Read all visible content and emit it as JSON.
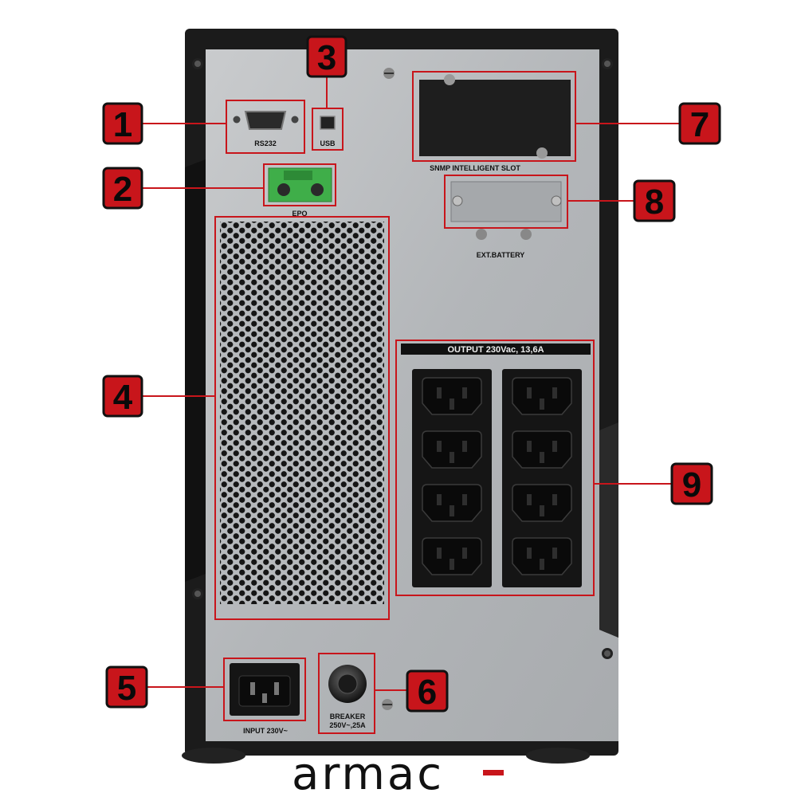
{
  "ports": {
    "rs232": "RS232",
    "usb": "USB",
    "epo": "EPO",
    "snmp": "SNMP INTELLIGENT SLOT",
    "ext_battery": "EXT.BATTERY",
    "output": "OUTPUT 230Vac, 13,6A",
    "input": "INPUT  230V~",
    "breaker_line1": "BREAKER",
    "breaker_line2": "250V~,25A"
  },
  "callouts": [
    "1",
    "2",
    "3",
    "4",
    "5",
    "6",
    "7",
    "8",
    "9"
  ],
  "brand": "armac",
  "colors": {
    "callout_bg": "#c8151b",
    "callout_border": "#111111",
    "highlight_line": "#c8151b",
    "panel": "#b9bcbf",
    "casing": "#1b1b1b",
    "socket": "#161616",
    "epo_terminal": "#3fae49"
  }
}
